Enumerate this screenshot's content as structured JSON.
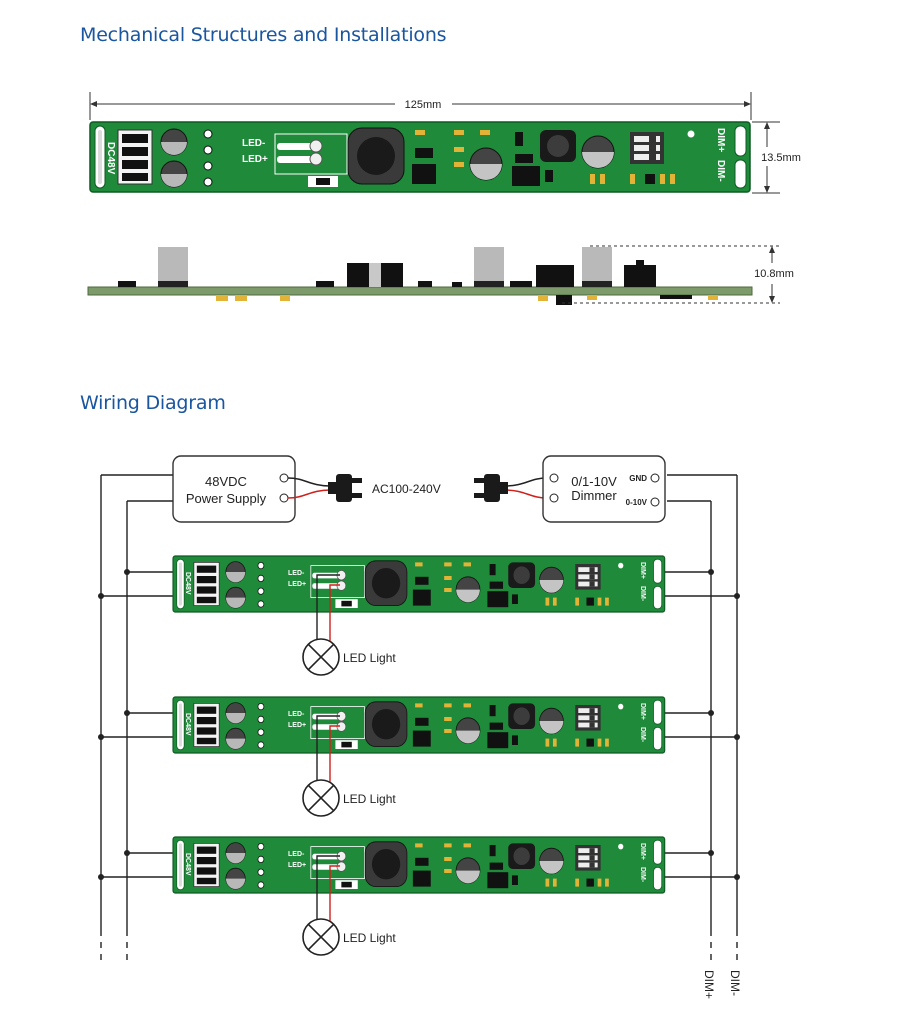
{
  "sections": {
    "mechanical_title": "Mechanical Structures and Installations",
    "wiring_title": "Wiring Diagram"
  },
  "dimensions": {
    "length": "125mm",
    "width": "13.5mm",
    "height": "10.8mm"
  },
  "board_labels": {
    "input": "DC48V",
    "led_minus": "LED-",
    "led_plus": "LED+",
    "dim_plus": "DIM+",
    "dim_minus": "DIM-"
  },
  "wiring": {
    "power_supply_line1": "48VDC",
    "power_supply_line2": "Power Supply",
    "ac_label": "AC100-240V",
    "dimmer_line1": "0/1-10V",
    "dimmer_line2": "Dimmer",
    "gnd": "GND",
    "ten_v": "0-10V",
    "led_light": "LED Light",
    "dim_plus_end": "DIM+",
    "dim_minus_end": "DIM-"
  },
  "colors": {
    "title": "#1a56a0",
    "pcb": "#1e8a3a",
    "pcb_side": "#7d9b6a",
    "wire_red": "#d0201c"
  }
}
